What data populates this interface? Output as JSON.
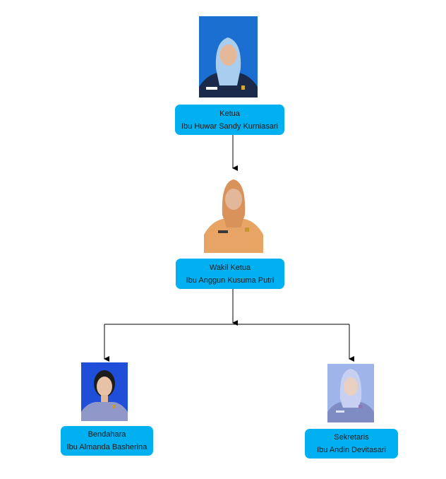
{
  "org_chart": {
    "ketua": {
      "role": "Ketua",
      "name": "Ibu Huwar Sandy Kurniasari",
      "photo_bg": "#1a6fd0",
      "uniform": "#1b2a4a",
      "hijab": "#a9cdee"
    },
    "wakil_ketua": {
      "role": "Wakil Ketua",
      "name": "Ibu Anggun Kusuma Putri",
      "photo_bg": "#ffffff",
      "uniform": "#e8a464",
      "hijab": "#d9935a"
    },
    "bendahara": {
      "role": "Bendahara",
      "name": "Ibu Almanda Basherina",
      "photo_bg": "#1f4fd8",
      "uniform": "#8f98c9",
      "hair": "#1c1c1c"
    },
    "sekretaris": {
      "role": "Sekretaris",
      "name": "Ibu Andin Devitasari",
      "photo_bg": "#9fb4e8",
      "uniform": "#7f8cc4",
      "hijab": "#c7d0f0"
    }
  },
  "colors": {
    "box_fill": "#00b0f0",
    "connector": "#000000"
  }
}
